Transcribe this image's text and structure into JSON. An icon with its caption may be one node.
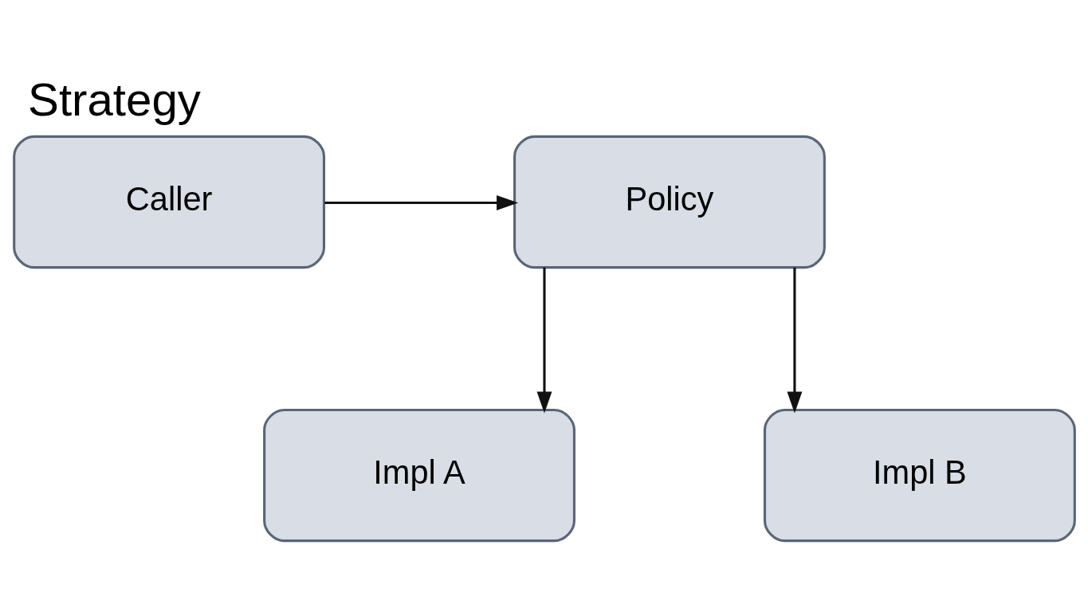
{
  "diagram": {
    "title": "Strategy",
    "nodes": [
      {
        "text": [
          "Caller"
        ]
      },
      {
        "text": [
          "Policy"
        ]
      },
      {
        "text": [
          "Impl A"
        ]
      },
      {
        "text": [
          "Impl B"
        ]
      }
    ],
    "edges": [
      {
        "from": 0,
        "to": 1,
        "arrow": "to"
      },
      {
        "from": 1,
        "to": 2,
        "arrow": "to"
      },
      {
        "from": 1,
        "to": 3,
        "arrow": "to"
      }
    ]
  }
}
